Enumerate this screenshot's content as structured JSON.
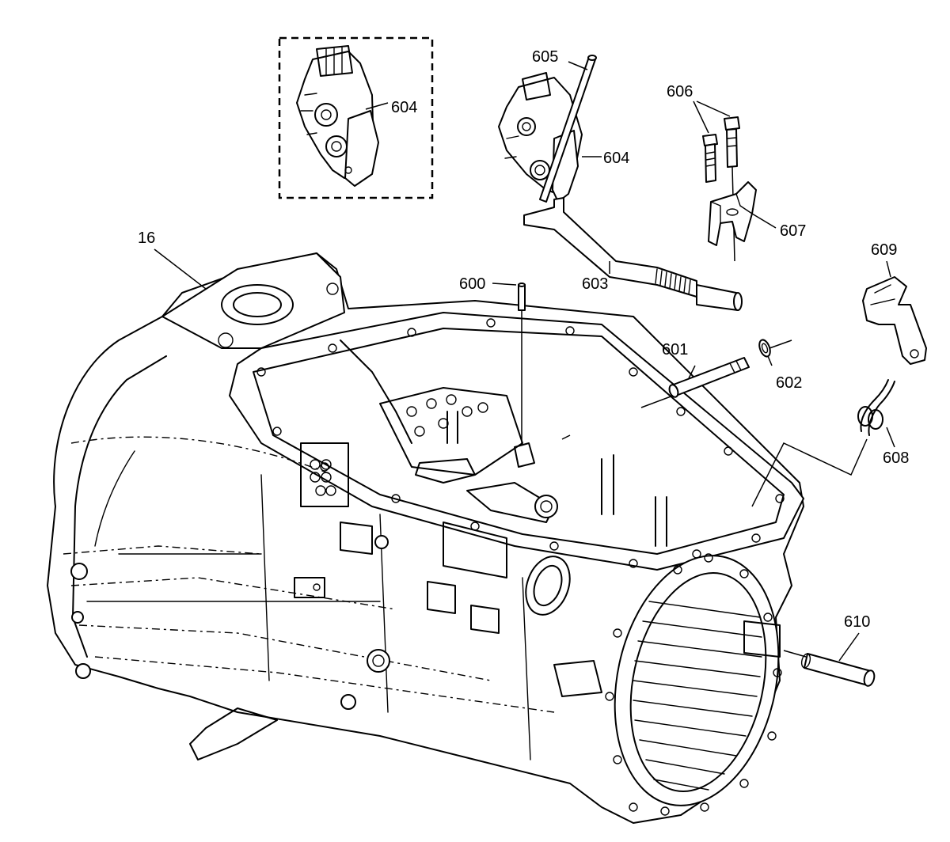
{
  "diagram": {
    "callouts": {
      "c16": "16",
      "c600": "600",
      "c601": "601",
      "c602": "602",
      "c603": "603",
      "c604_inset": "604",
      "c604": "604",
      "c605": "605",
      "c606": "606",
      "c607": "607",
      "c608": "608",
      "c609": "609",
      "c610": "610"
    }
  }
}
